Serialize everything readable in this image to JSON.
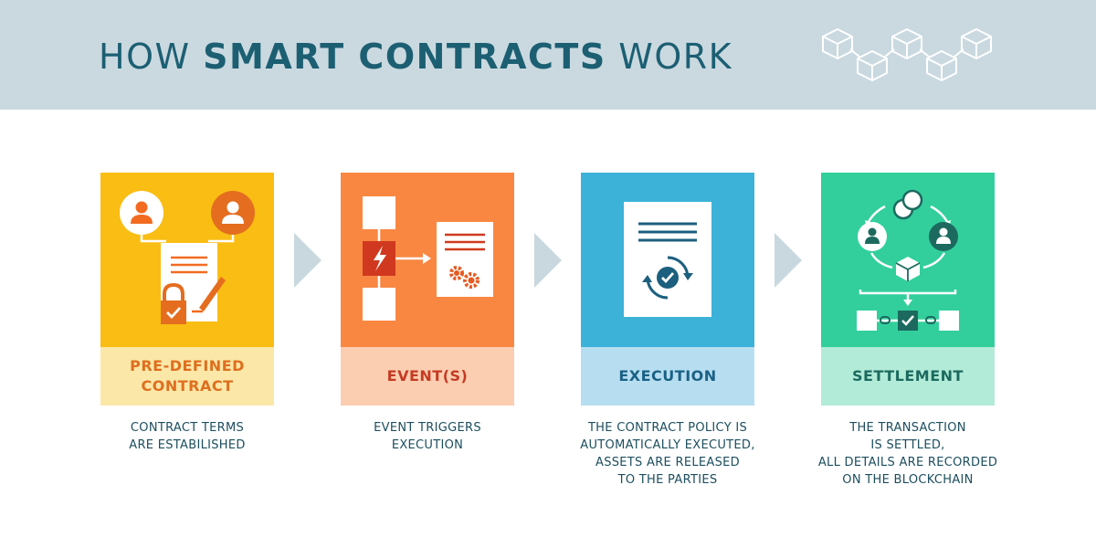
{
  "header": {
    "title_prefix": "HOW ",
    "title_bold": "SMART CONTRACTS",
    "title_suffix": " WORK",
    "background": "#cad9e0",
    "title_color": "#1c5f73"
  },
  "steps": [
    {
      "label_lines": [
        "PRE-DEFINED",
        "CONTRACT"
      ],
      "description_lines": [
        "CONTRACT TERMS",
        "ARE ESTABILISHED"
      ],
      "accent": "#f9bd14",
      "icon": "contract-signing-icon"
    },
    {
      "label_lines": [
        "EVENT(S)"
      ],
      "description_lines": [
        "EVENT TRIGGERS",
        "EXECUTION"
      ],
      "accent": "#f98742",
      "icon": "event-trigger-icon"
    },
    {
      "label_lines": [
        "EXECUTION"
      ],
      "description_lines": [
        "THE CONTRACT POLICY IS",
        "AUTOMATICALLY EXECUTED,",
        "ASSETS ARE RELEASED",
        "TO THE PARTIES"
      ],
      "accent": "#3db2d8",
      "icon": "document-execution-icon"
    },
    {
      "label_lines": [
        "SETTLEMENT"
      ],
      "description_lines": [
        "THE TRANSACTION",
        "IS SETTLED,",
        "ALL DETAILS ARE RECORDED",
        "ON THE BLOCKCHAIN"
      ],
      "accent": "#32cf9c",
      "icon": "blockchain-settlement-icon"
    }
  ]
}
